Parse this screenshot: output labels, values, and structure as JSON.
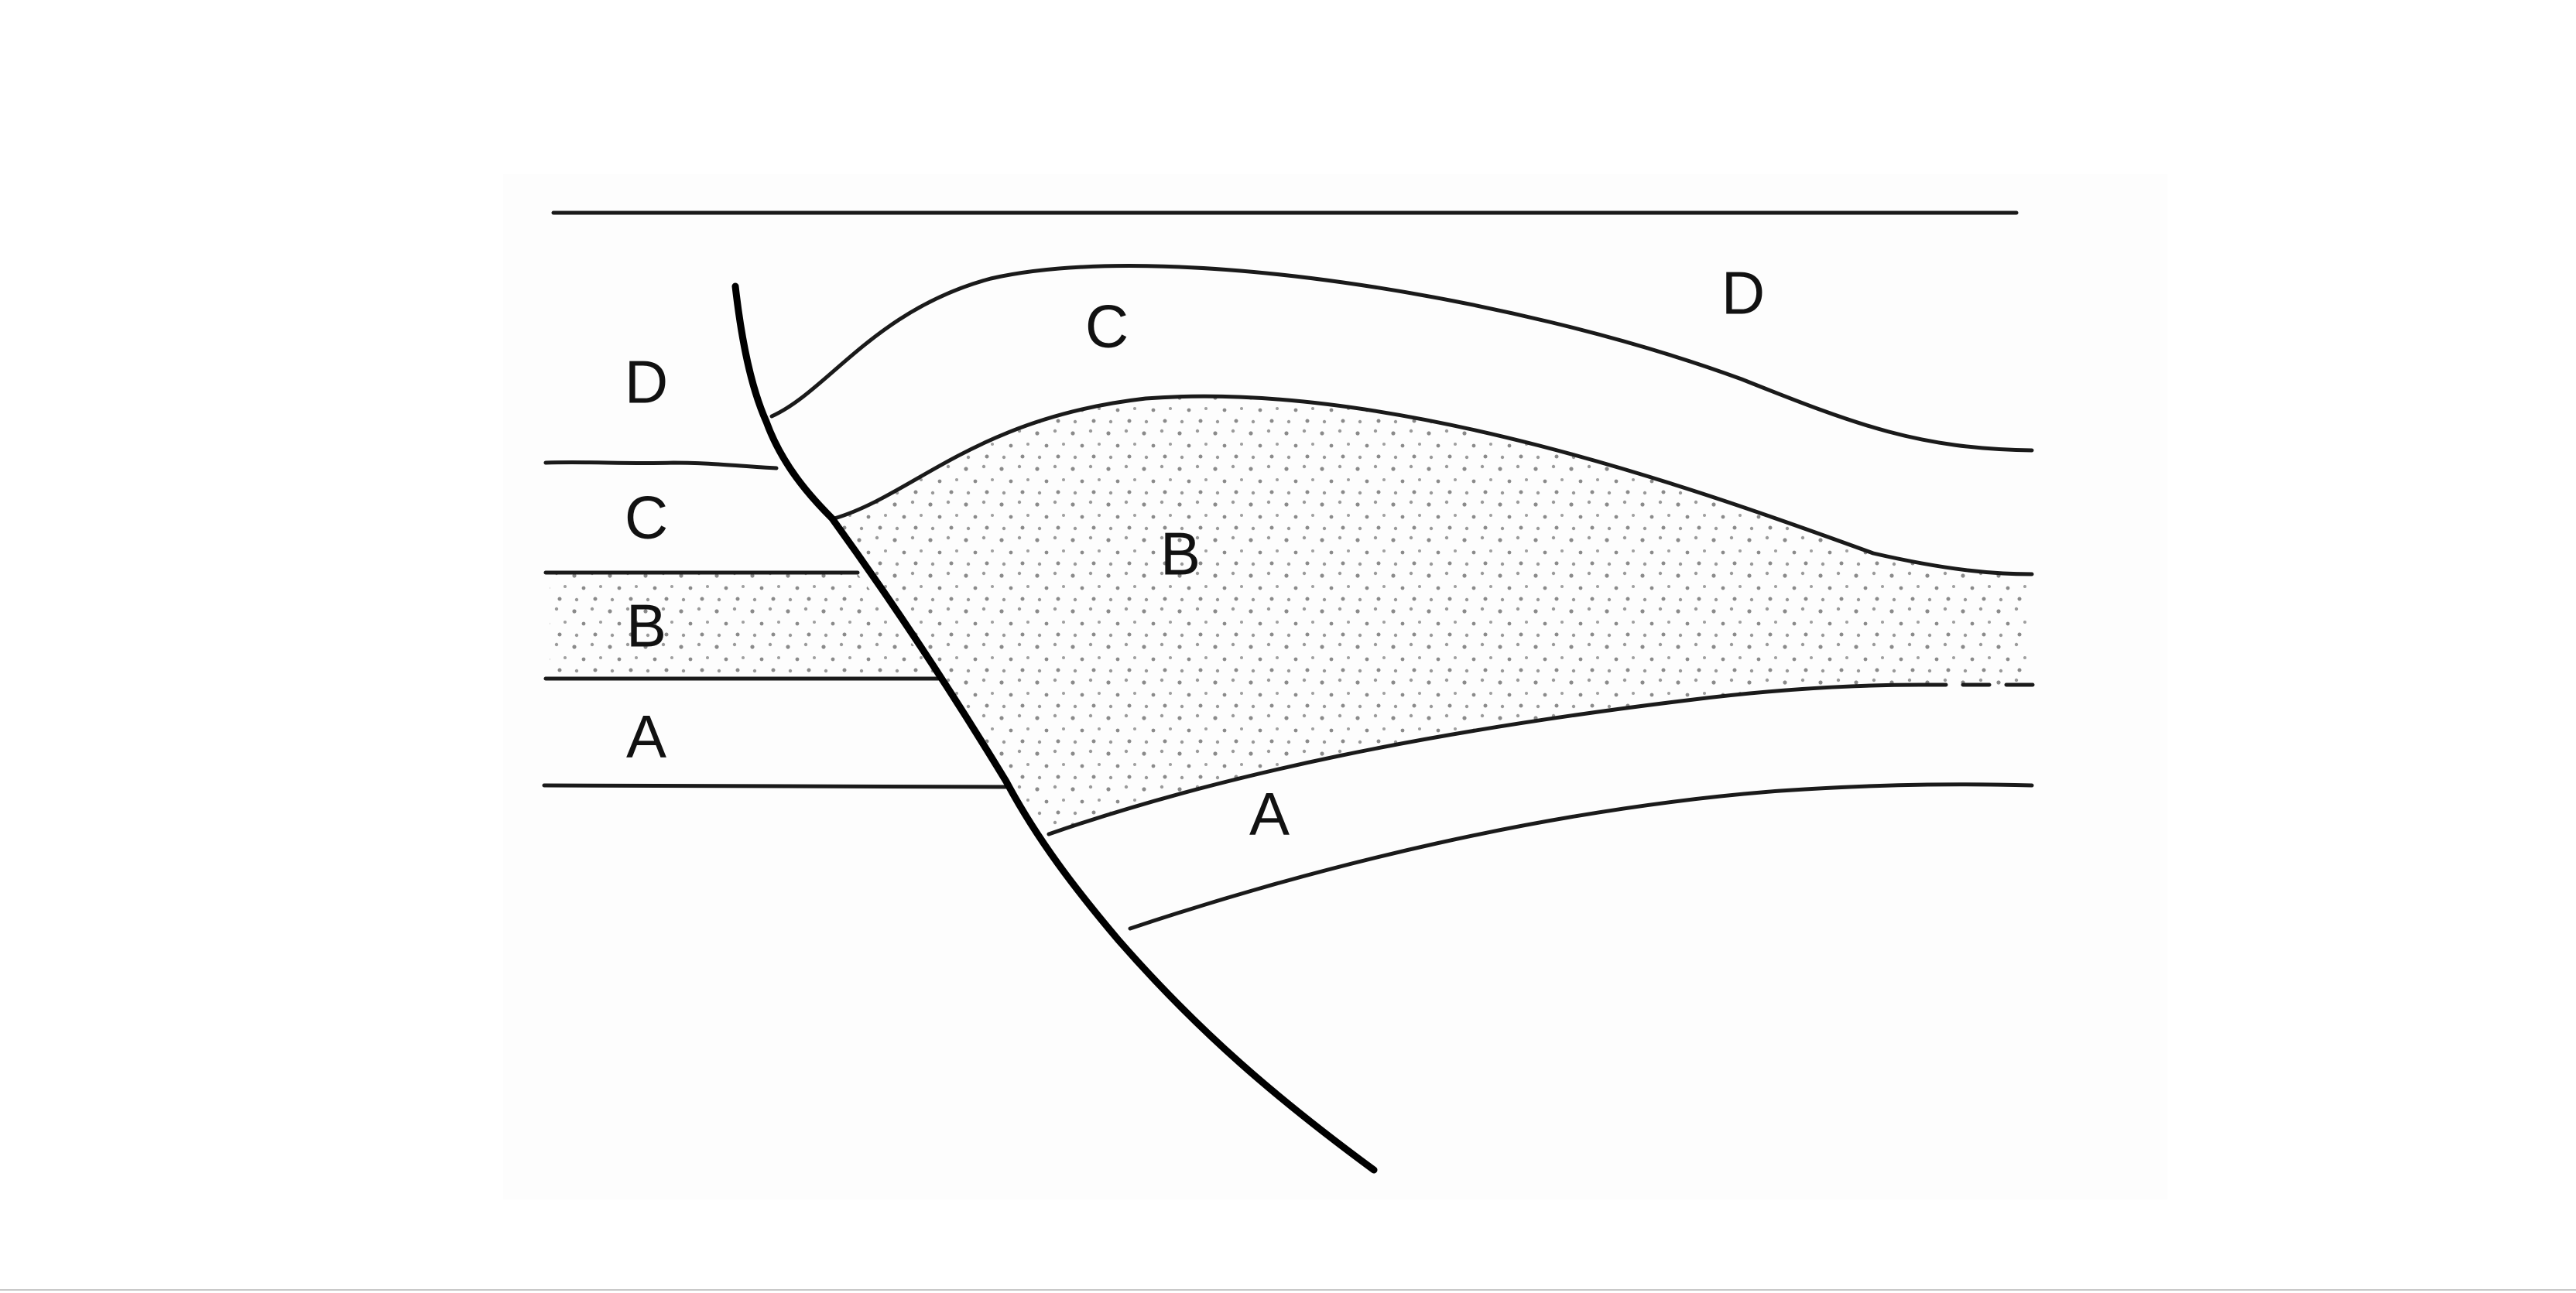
{
  "diagram": {
    "type": "geologic-cross-section",
    "colors": {
      "line": "#1a1a1a",
      "fault": "#000000",
      "stipple": "#8a8a8a",
      "background": "#ffffff"
    },
    "labels": {
      "left_block": {
        "d": "D",
        "c": "C",
        "b": "B",
        "a": "A"
      },
      "right_block": {
        "d": "D",
        "c": "C",
        "b": "B",
        "a": "A"
      }
    }
  }
}
